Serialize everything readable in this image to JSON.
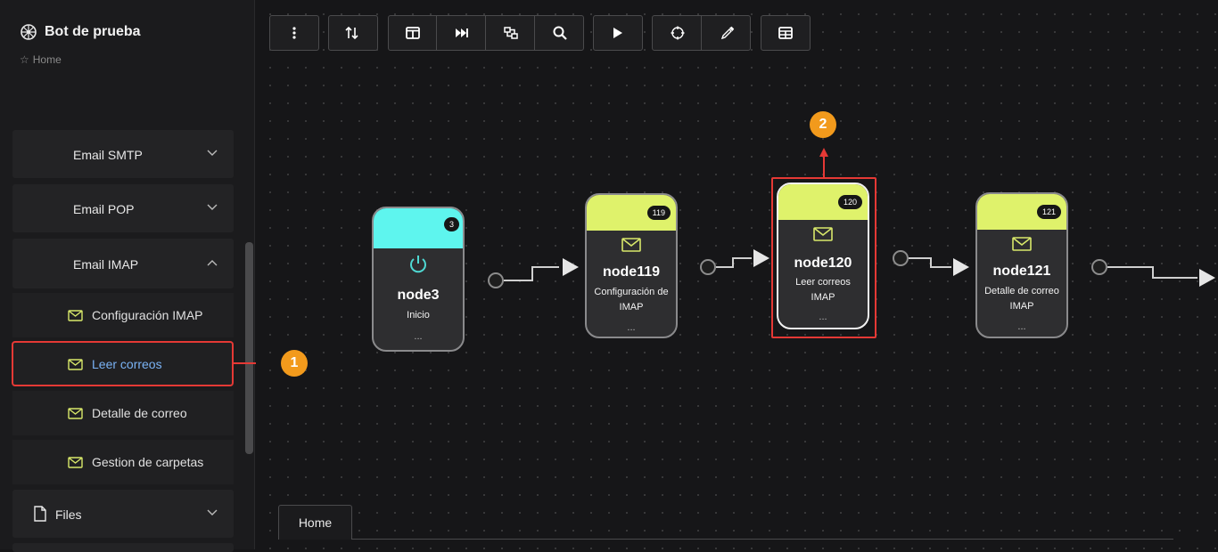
{
  "app": {
    "title": "Bot de prueba",
    "breadcrumb": "Home"
  },
  "sidebar": {
    "groups": [
      {
        "label": "Email SMTP",
        "expanded": false
      },
      {
        "label": "Email POP",
        "expanded": false
      },
      {
        "label": "Email IMAP",
        "expanded": true
      }
    ],
    "imap_items": [
      {
        "label": "Configuración IMAP",
        "icon": "mail-icon"
      },
      {
        "label": "Leer correos",
        "icon": "mail-icon",
        "selected": true
      },
      {
        "label": "Detalle de correo",
        "icon": "mail-icon"
      },
      {
        "label": "Gestion de carpetas",
        "icon": "mail-icon"
      }
    ],
    "files": {
      "label": "Files",
      "icon": "file-icon",
      "expanded": false
    }
  },
  "toolbar": {
    "buttons": [
      "more-vert",
      "sort",
      "layout",
      "skip-forward",
      "auto-layout",
      "search",
      "play",
      "target",
      "eyedropper",
      "table"
    ]
  },
  "nodes": [
    {
      "id": "node3",
      "badge": "3",
      "desc_lines": [
        "Inicio"
      ],
      "icon": "power-icon",
      "color": "#5ef5ee",
      "more": "..."
    },
    {
      "id": "node119",
      "badge": "119",
      "desc_lines": [
        "Configuración de",
        "IMAP"
      ],
      "icon": "mail-icon",
      "color": "#dff26b",
      "more": "..."
    },
    {
      "id": "node120",
      "badge": "120",
      "desc_lines": [
        "Leer correos",
        "IMAP"
      ],
      "icon": "mail-icon",
      "color": "#dff26b",
      "more": "...",
      "selected": true
    },
    {
      "id": "node121",
      "badge": "121",
      "desc_lines": [
        "Detalle de correo",
        "IMAP"
      ],
      "icon": "mail-icon",
      "color": "#dff26b",
      "more": "..."
    }
  ],
  "annotations": {
    "step1": "1",
    "step2": "2",
    "color": "#f29a1c",
    "highlight": "#e53935"
  },
  "tabs": [
    {
      "label": "Home",
      "active": true
    }
  ],
  "colors": {
    "accent_mail": "#d8e86a",
    "power": "#4fd9d3",
    "link": "#7ab3f5"
  }
}
